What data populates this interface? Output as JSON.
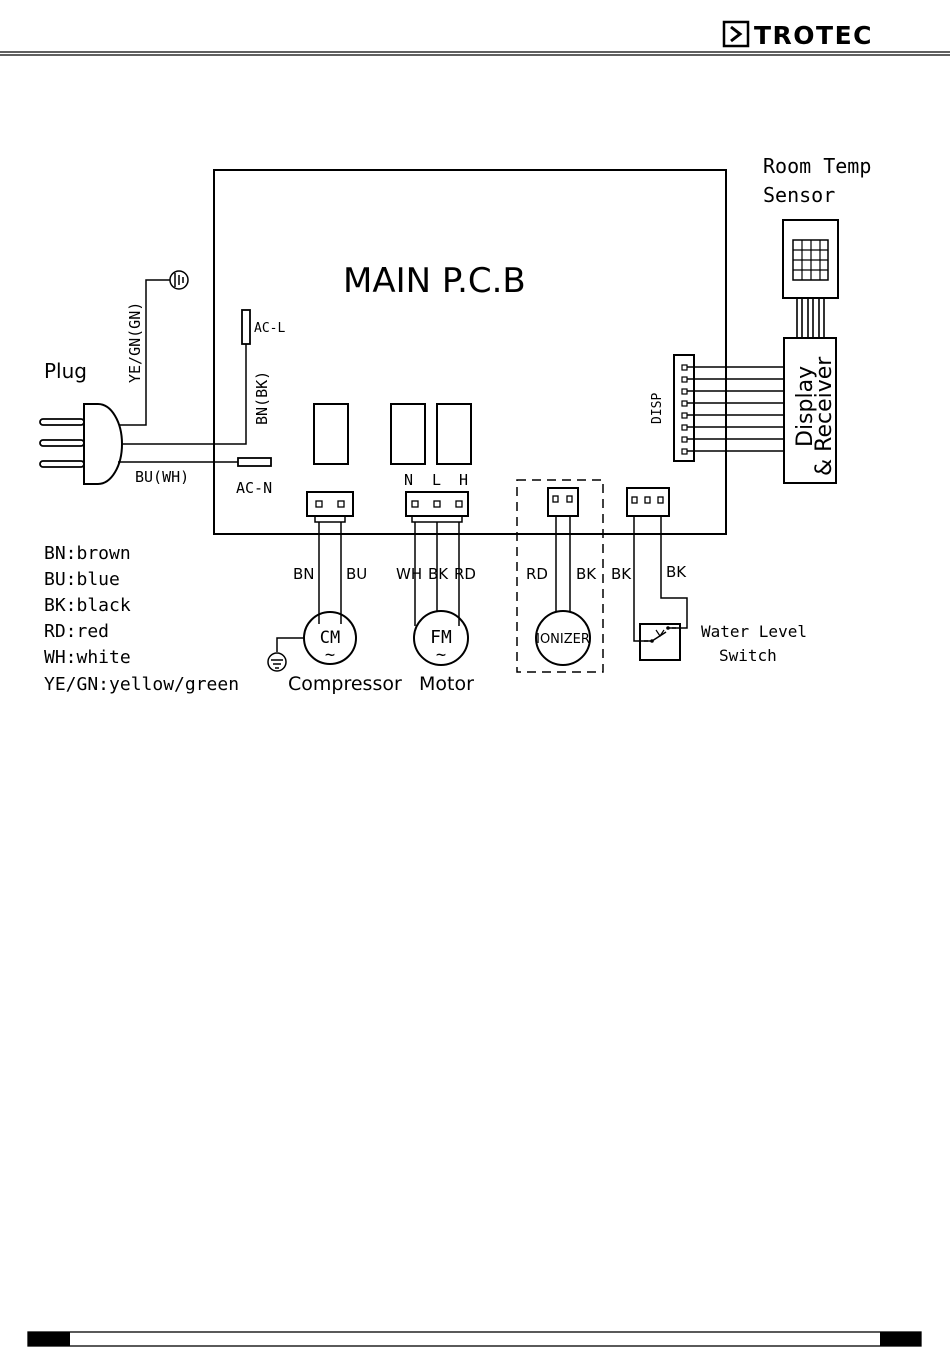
{
  "header": {
    "brand": "TROTEC"
  },
  "diagram": {
    "pcb_title": "MAIN P.C.B",
    "plug": "Plug",
    "ye_gn_wire": "YE/GN(GN)",
    "bn_bk_wire": "BN(BK)",
    "bu_wh_wire": "BU(WH)",
    "ac_l": "AC-L",
    "ac_n": "AC-N",
    "nlh": {
      "n": "N",
      "l": "L",
      "h": "H"
    },
    "disp": "DISP",
    "sensor": {
      "line1": "Room Temp",
      "line2": "Sensor"
    },
    "display_receiver": {
      "line1": "Display",
      "line2": "& Receiver"
    },
    "wires": {
      "comp_left": "BN",
      "comp_right": "BU",
      "fan_wh": "WH",
      "fan_bk": "BK",
      "fan_rd": "RD",
      "ion_rd": "RD",
      "ion_bk": "BK",
      "sw_bk1": "BK",
      "sw_bk2": "BK"
    },
    "components": {
      "compressor_symbol": "CM",
      "compressor": "Compressor",
      "fan_symbol": "FM",
      "motor": "Motor",
      "ionizer": "IONIZER",
      "tilde": "~",
      "water_switch": {
        "line1": "Water Level",
        "line2": "Switch"
      }
    },
    "legend": [
      "BN:brown",
      "BU:blue",
      "BK:black",
      "RD:red",
      "WH:white",
      "YE/GN:yellow/green"
    ]
  }
}
